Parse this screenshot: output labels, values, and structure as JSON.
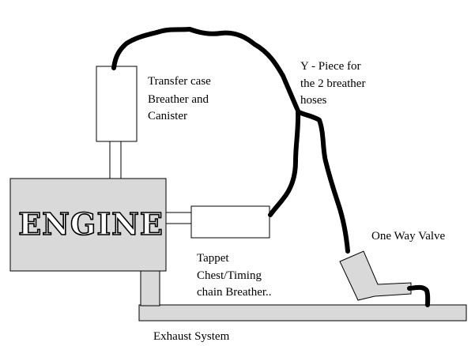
{
  "colors": {
    "engine_fill": "#d9d9d9",
    "box_fill": "#ffffff",
    "exhaust_fill": "#d9d9d9",
    "valve_fill": "#d9d9d9",
    "outline": "#000000",
    "hose": "#000000"
  },
  "labels": {
    "engine": "ENGINE",
    "transfer_case": [
      "Transfer case",
      "Breather and",
      "Canister"
    ],
    "y_piece": [
      "Y - Piece for",
      "the 2 breather",
      "hoses"
    ],
    "one_way_valve": "One Way Valve",
    "tappet": [
      "Tappet",
      "Chest/Timing",
      "chain Breather.."
    ],
    "exhaust": "Exhaust System"
  }
}
